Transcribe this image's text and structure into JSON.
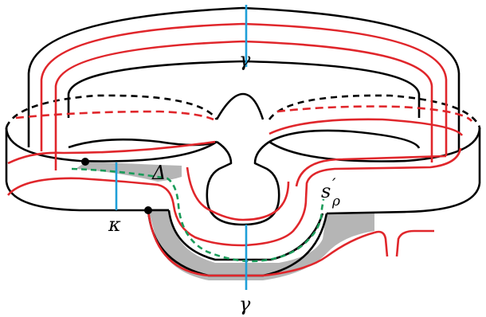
{
  "labels": {
    "gamma_top": "γ",
    "gamma_bottom": "γ",
    "kappa": "κ",
    "delta": "Δ",
    "s_main": "s",
    "s_prime": "′",
    "s_sub": "ρ"
  },
  "colors": {
    "outline": "#000000",
    "red_curve": "#e0262b",
    "blue_arc": "#1e9fd8",
    "green_dashed": "#1a9c5a",
    "shaded_region": "#b5b5b5"
  }
}
